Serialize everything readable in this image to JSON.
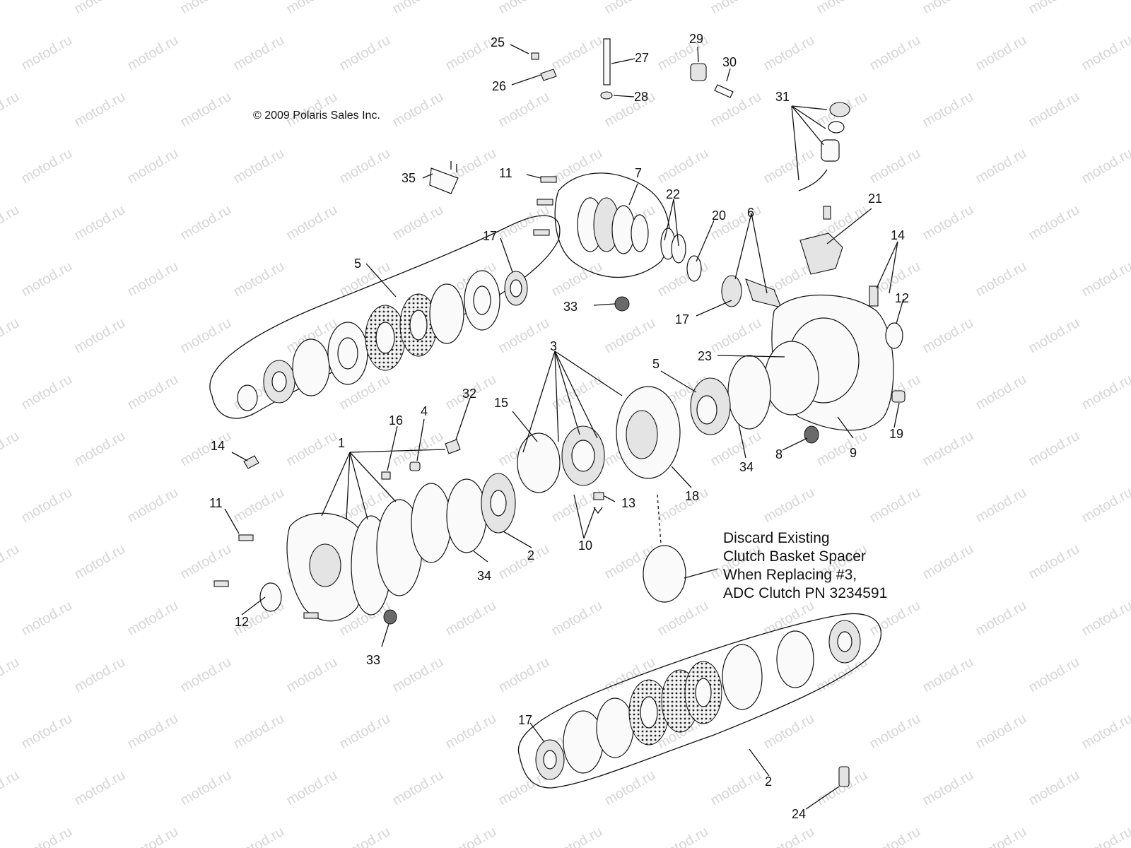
{
  "copyright": "© 2009 Polaris Sales Inc.",
  "watermark": "motod.ru",
  "note_lines": [
    "Discard Existing",
    "Clutch Basket Spacer",
    "When Replacing #3,",
    "ADC Clutch PN 3234591"
  ],
  "callouts": {
    "c25": "25",
    "c26": "26",
    "c27": "27",
    "c28": "28",
    "c29": "29",
    "c30": "30",
    "c31": "31",
    "c35": "35",
    "c7": "7",
    "c11a": "11",
    "c22": "22",
    "c20": "20",
    "c6": "6",
    "c21": "21",
    "c14a": "14",
    "c17a": "17",
    "c5a": "5",
    "c33a": "33",
    "c17b": "17",
    "c12a": "12",
    "c23": "23",
    "c3": "3",
    "c5b": "5",
    "c9": "9",
    "c19": "19",
    "c32": "32",
    "c15": "15",
    "c16": "16",
    "c4": "4",
    "c1": "1",
    "c14b": "14",
    "c8": "8",
    "c34a": "34",
    "c18": "18",
    "c13": "13",
    "c11b": "11",
    "c10": "10",
    "c2a": "2",
    "c34b": "34",
    "c12b": "12",
    "c33b": "33",
    "c17c": "17",
    "c2b": "2",
    "c24": "24"
  }
}
